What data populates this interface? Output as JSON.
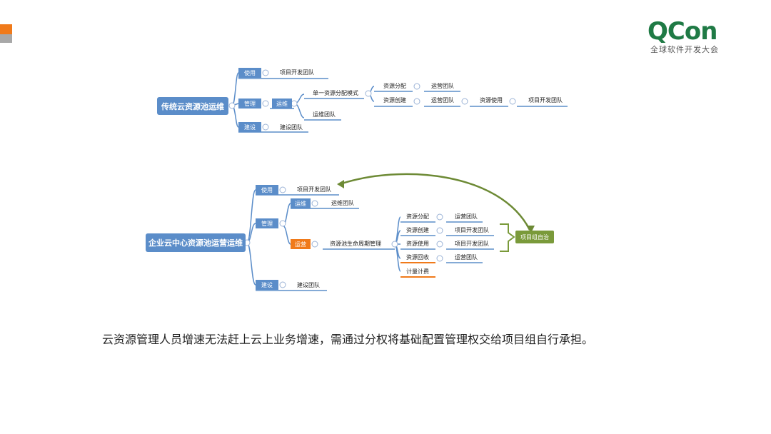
{
  "brand": {
    "name": "QCon",
    "subtitle": "全球软件开发大会",
    "color": "#1f7a45"
  },
  "colors": {
    "accent_orange": "#f07a1a",
    "accent_gray": "#a8a8a8",
    "node_blue": "#5b8dc9",
    "group_green": "#7a9a3a"
  },
  "diagram1": {
    "root": "传统云资源池运维",
    "use": "使用",
    "use_team": "项目开发团队",
    "manage": "管理",
    "ops": "运维",
    "single_mode": "单一资源分配模式",
    "alloc": "资源分配",
    "alloc_team": "运营团队",
    "create": "资源创建",
    "create_team": "运营团队",
    "usage": "资源使用",
    "usage_team": "项目开发团队",
    "ops_team": "运维团队",
    "build": "建设",
    "build_team": "建设团队"
  },
  "diagram2": {
    "root": "企业云中心资源池运营运维",
    "use": "使用",
    "use_team": "项目开发团队",
    "manage": "管理",
    "ops": "运维",
    "ops_team": "运维团队",
    "operate": "运营",
    "lifecycle": "资源池生命周期管理",
    "items": [
      {
        "label": "资源分配",
        "team": "运营团队"
      },
      {
        "label": "资源创建",
        "team": "项目开发团队"
      },
      {
        "label": "资源使用",
        "team": "项目开发团队"
      },
      {
        "label": "资源回收",
        "team": "运营团队"
      },
      {
        "label": "计量计费",
        "team": ""
      }
    ],
    "self_govern": "项目组自治",
    "build": "建设",
    "build_team": "建设团队"
  },
  "caption": "云资源管理人员增速无法赶上云上业务增速，需通过分权将基础配置管理权交给项目组自行承担。"
}
